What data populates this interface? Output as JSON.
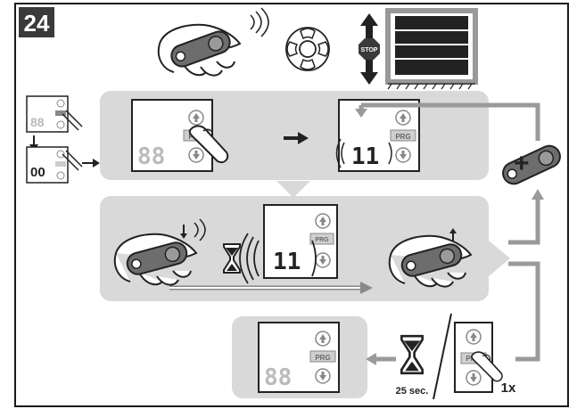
{
  "step_number": "24",
  "stop_sign": "STOP",
  "prg_label": "PRG",
  "display_dashes": "88",
  "display_zero": "00",
  "display_one": "11",
  "press_count": "1x",
  "wait_time": "25 sec.",
  "plus_sign": "+",
  "icons": [
    "remote-hand-icon",
    "direction-pad-icon",
    "up-down-arrow-icon",
    "garage-door-icon",
    "hourglass-icon",
    "add-remote-icon"
  ],
  "colors": {
    "panel": "#d9d9d9",
    "frame": "#1a1a1a",
    "step_bg": "#3a3a3a",
    "arrow": "#9a9a9a",
    "remote": "#6d6d6d",
    "prg_box": "#cfcfcf",
    "stop": "#3a3a3a"
  }
}
